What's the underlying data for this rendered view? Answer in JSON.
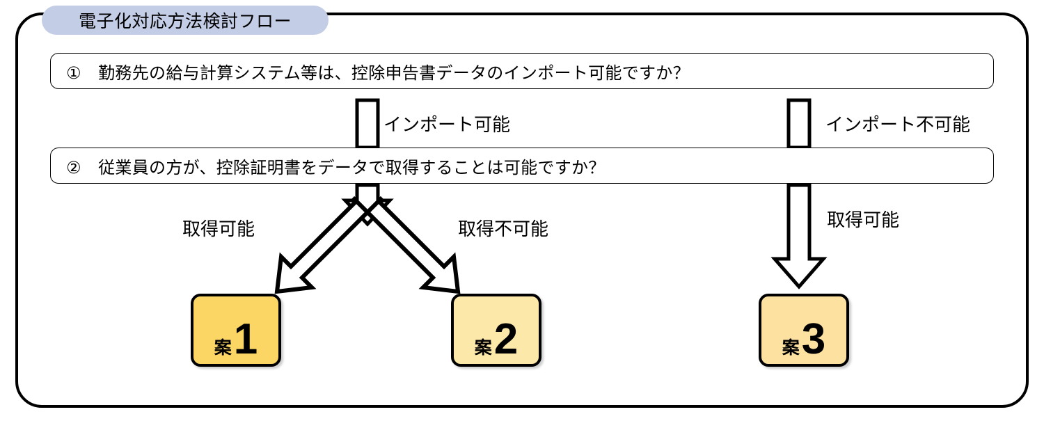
{
  "frame": {
    "title": "電子化対応方法検討フロー",
    "title_pill_color": "#c3cde6",
    "border_color": "#000000"
  },
  "questions": [
    {
      "id": "q1",
      "marker": "①",
      "text": "①　勤務先の給与計算システム等は、控除申告書データのインポート可能ですか？"
    },
    {
      "id": "q2",
      "marker": "②",
      "text": "②　従業員の方が、控除証明書をデータで取得することは可能ですか？"
    }
  ],
  "arrow_labels": {
    "import_possible": "インポート可能",
    "import_not_possible": "インポート不可能",
    "acquire_possible_left": "取得可能",
    "acquire_not_possible": "取得不可能",
    "acquire_possible_right": "取得可能"
  },
  "results": [
    {
      "id": "an1",
      "kanji": "案",
      "number": "1",
      "fill": "#fbd665"
    },
    {
      "id": "an2",
      "kanji": "案",
      "number": "2",
      "fill": "#fce8a8"
    },
    {
      "id": "an3",
      "kanji": "案",
      "number": "3",
      "fill": "#fce1a0"
    }
  ],
  "icons": {
    "arrow_down_q1_to_q2": "block-arrow-down-icon",
    "arrow_down_right_long": "block-arrow-down-long-icon",
    "arrow_diagonal_left": "block-arrow-diagonal-left-icon",
    "arrow_diagonal_right": "block-arrow-diagonal-right-icon"
  }
}
